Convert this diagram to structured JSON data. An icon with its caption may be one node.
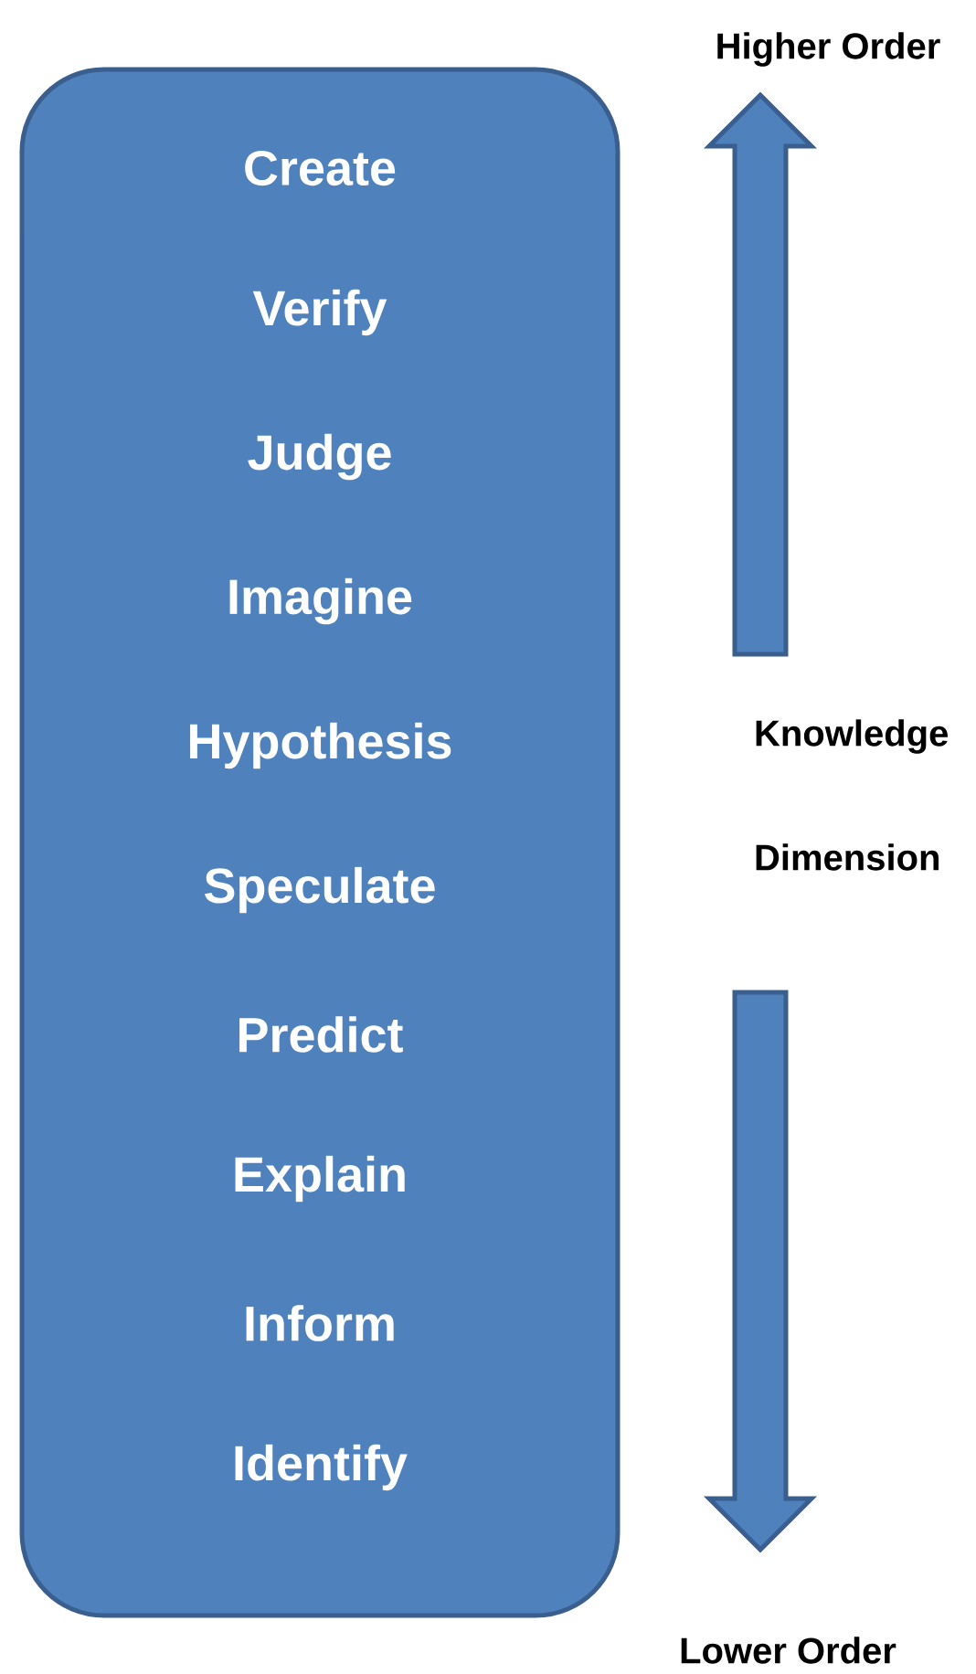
{
  "diagram": {
    "nodes": [
      {
        "text": [
          "Create",
          "Verify",
          "Judge",
          "Imagine",
          "Hypothesis",
          "Speculate",
          "Predict",
          "Explain",
          "Inform",
          "Identify"
        ]
      }
    ],
    "labels": [
      "Higher Order",
      "Knowledge Dimension",
      "Lower Order"
    ]
  }
}
